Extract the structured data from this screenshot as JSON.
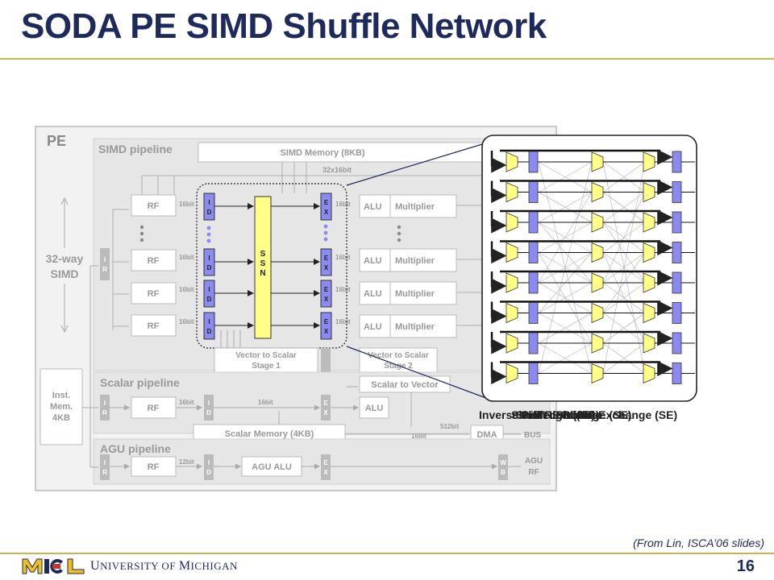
{
  "slide": {
    "title": "SODA PE SIMD Shuffle Network",
    "citation": "(From Lin, ISCA’06 slides)",
    "university_first": "U",
    "university_rest1": "NIVERSITY OF ",
    "university_m": "M",
    "university_rest2": "ICHIGAN",
    "page_number": "16",
    "logo_text": "MICL"
  },
  "diagram": {
    "pe_label": "PE",
    "simd_pipeline": "SIMD pipeline",
    "simd_memory": "SIMD Memory (8KB)",
    "bus_32x16": "32x16bit",
    "way_line1": "32-way",
    "way_line2": "SIMD",
    "rf": "RF",
    "ir": "IR",
    "id": "ID",
    "ex": "EX",
    "wb": "WB",
    "ssn": "SSN",
    "bit16": "16bit",
    "bit12": "12bit",
    "bit512": "512bit",
    "alu": "ALU",
    "multiplier": "Multiplier",
    "v2s1_l1": "Vector to Scalar",
    "v2s1_l2": "Stage 1",
    "v2s2_l1": "Vector to Scalar",
    "v2s2_l2": "Stage 2",
    "scalar_pipeline": "Scalar pipeline",
    "scalar_to_vector": "Scalar to Vector",
    "scalar_memory": "Scalar Memory (4KB)",
    "dma": "DMA",
    "bus": "BUS",
    "agu_pipeline": "AGU pipeline",
    "agu_alu": "AGU ALU",
    "agu_rf_l1": "AGU",
    "agu_rf_l2": "RF",
    "inst_l1": "Inst.",
    "inst_l2": "Mem.",
    "inst_l3": "4KB",
    "overlap_labels": [
      "Inverse Perfect Shuffle",
      "Shuffle Exchange (SE)",
      "Shift Right (SR)",
      "Shift Left (SL)",
      "Shuffle-Exchange (SE)"
    ]
  },
  "colors": {
    "title": "#1f2a5c",
    "rule": "#c8b45a",
    "ssn": "#ffff88",
    "id_ex": "#8a8af0",
    "mux": "#ffff88",
    "reg": "#8a8af0",
    "pipeline_bg": "#e6e6e6"
  },
  "icons": [
    "micl-logo-icon",
    "mux-icon",
    "register-icon"
  ]
}
